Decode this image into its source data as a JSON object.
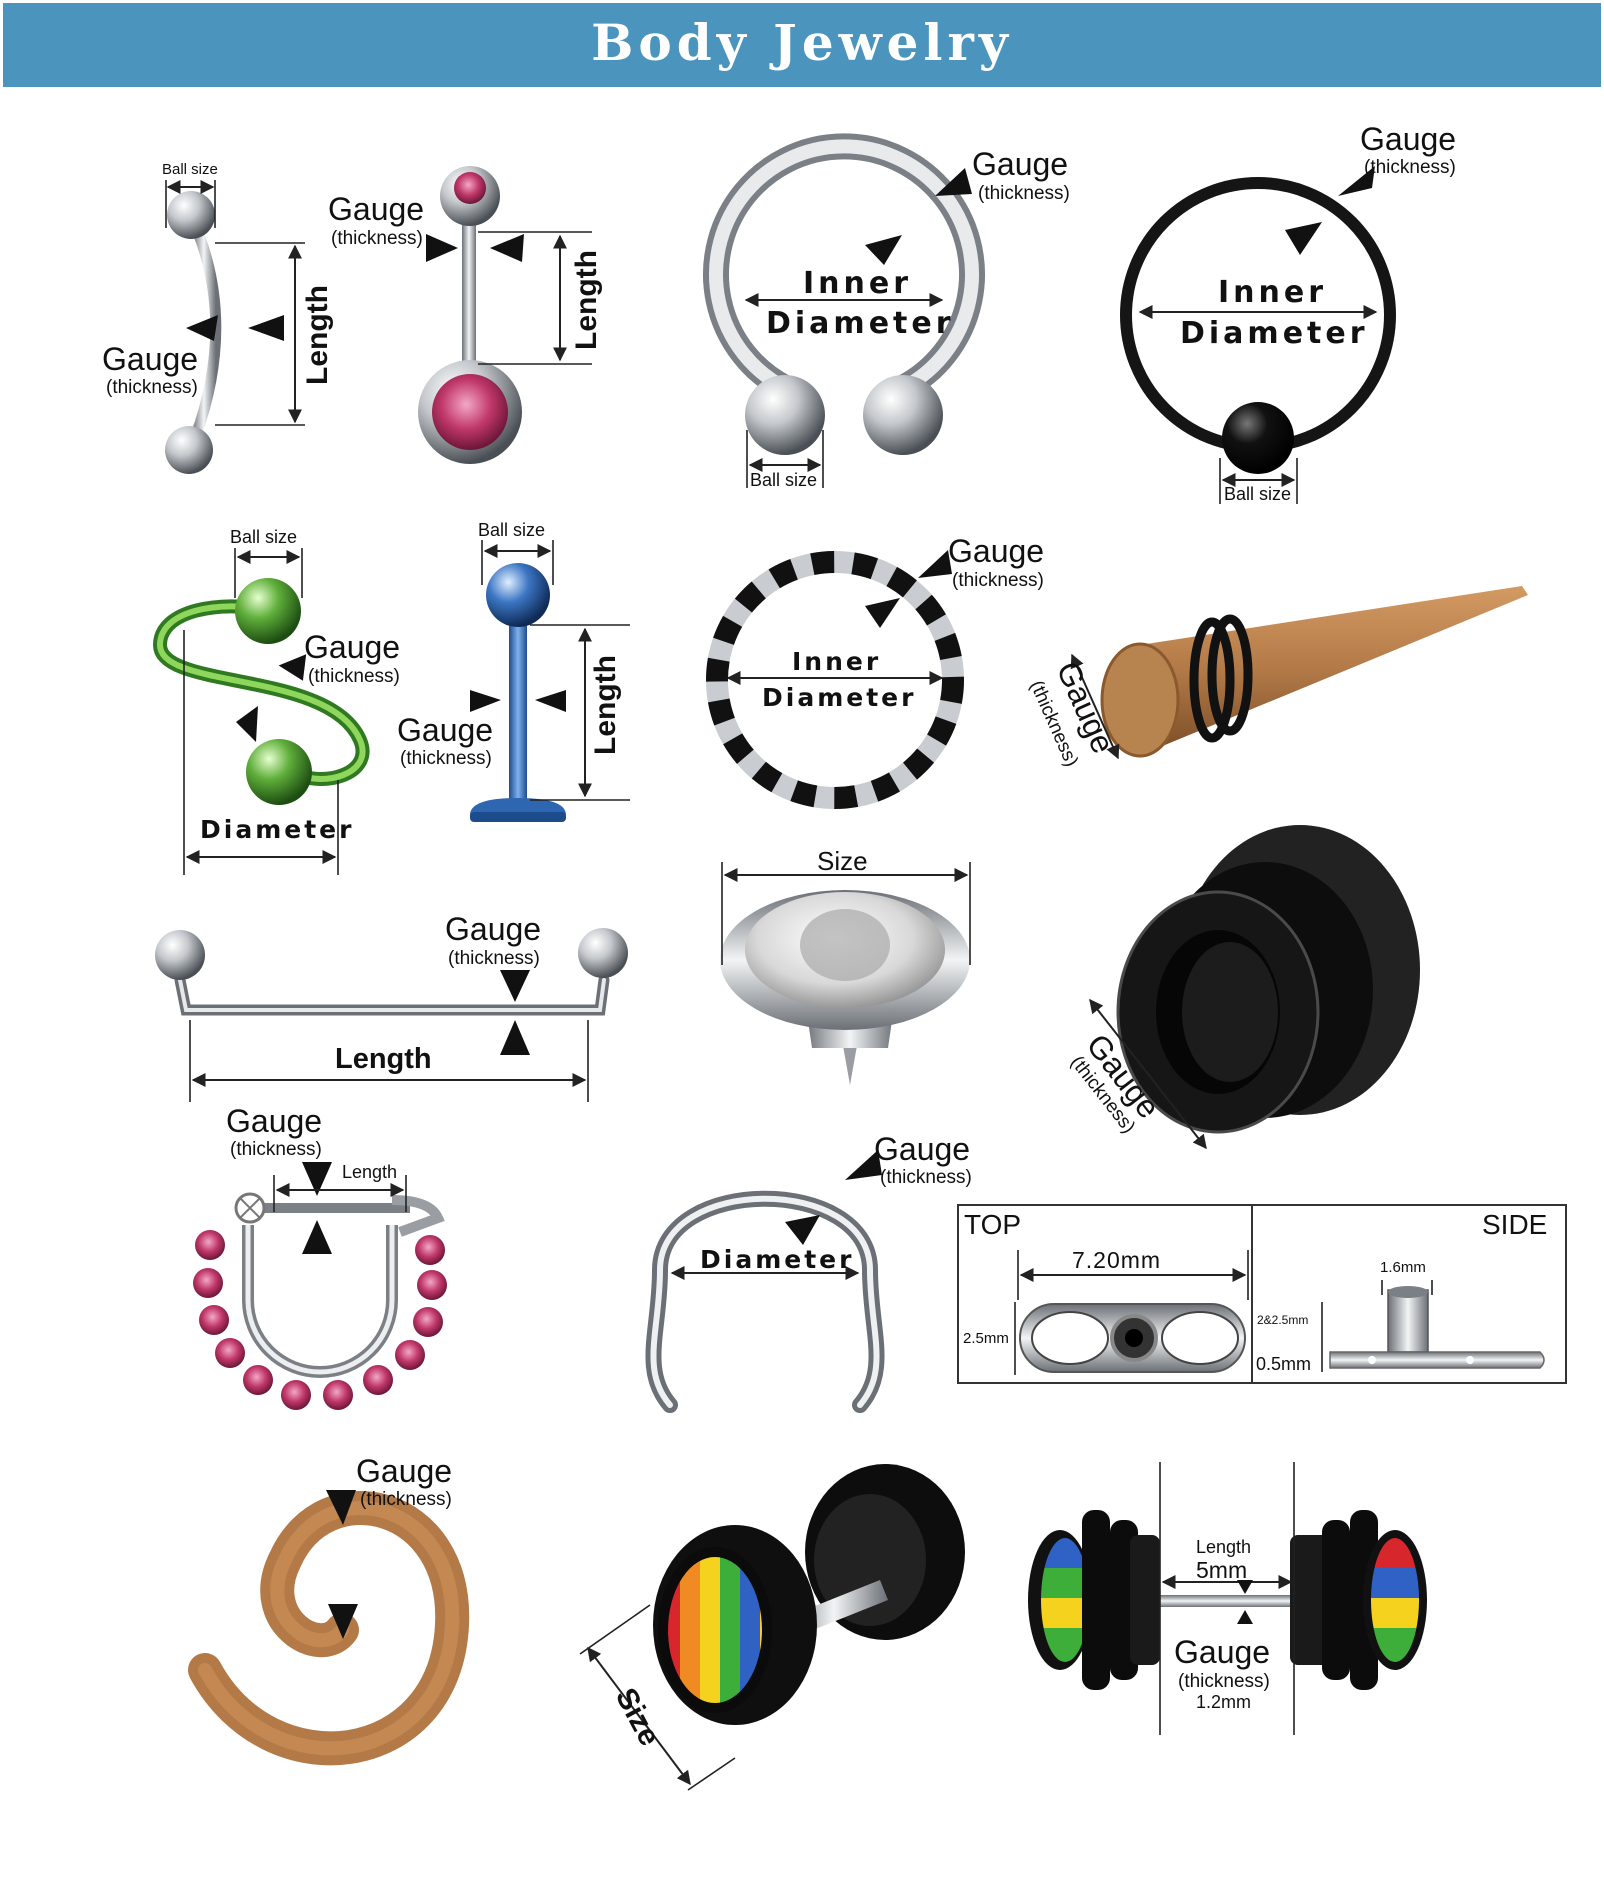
{
  "header": {
    "title": "Body Jewelry",
    "background": "#4a94bd"
  },
  "labels": {
    "gauge": "Gauge",
    "thickness": "(thickness)",
    "ball_size": "Ball size",
    "length": "Length",
    "inner": "Inner",
    "diameter": "Diameter",
    "size": "Size"
  },
  "dermal": {
    "top_label": "TOP",
    "side_label": "SIDE",
    "top_width": "7.20mm",
    "top_height": "2.5mm",
    "side_post": "1.6mm",
    "side_height": "2&2.5mm",
    "side_base": "0.5mm"
  },
  "fake_plug": {
    "length_label": "Length",
    "length_value": "5mm",
    "gauge_value": "1.2mm"
  },
  "colors": {
    "steel": "#c9cdd1",
    "crystal_pink": "#c0386a",
    "spiral_green": "#5fae3a",
    "labret_blue": "#3c76c4",
    "wood": "#b37a48",
    "acrylic_black": "#151515"
  }
}
